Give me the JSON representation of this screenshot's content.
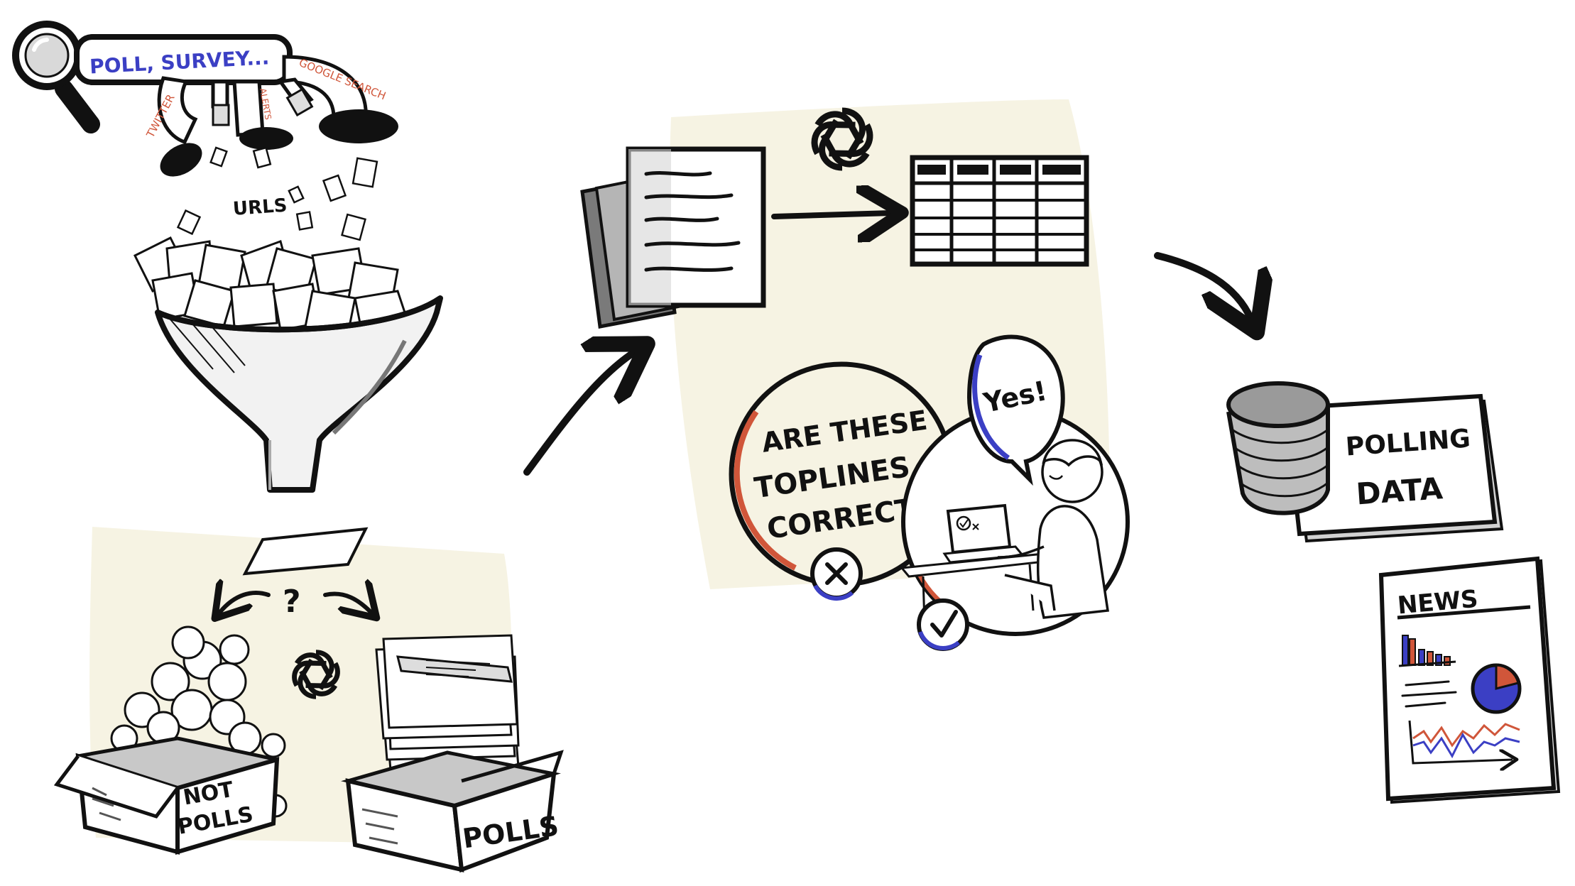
{
  "search": {
    "query": "POLL, SURVEY..."
  },
  "sources": [
    "TWITTER",
    "ALERTS",
    "GOOGLE SEARCH"
  ],
  "funnel": {
    "urls_label": "URLS"
  },
  "classify": {
    "question_mark": "?",
    "not_polls_line1": "NOT",
    "not_polls_line2": "POLLS",
    "polls_label": "POLLS"
  },
  "review": {
    "question_line1": "ARE THESE",
    "question_line2": "TOPLINES",
    "question_line3": "CORRECT?",
    "answer": "Yes!"
  },
  "output": {
    "db_label_line1": "POLLING",
    "db_label_line2": "DATA",
    "news_title": "NEWS"
  },
  "colors": {
    "ink": "#111111",
    "accent_blue": "#3b3fc4",
    "accent_red": "#d0563a",
    "panel": "#f6f3e3",
    "paper": "#ffffff"
  },
  "icons": [
    "magnifier-icon",
    "openai-logo-icon",
    "document-icon",
    "table-icon",
    "database-icon",
    "news-report-icon",
    "check-icon",
    "x-icon",
    "arrow-icon"
  ]
}
